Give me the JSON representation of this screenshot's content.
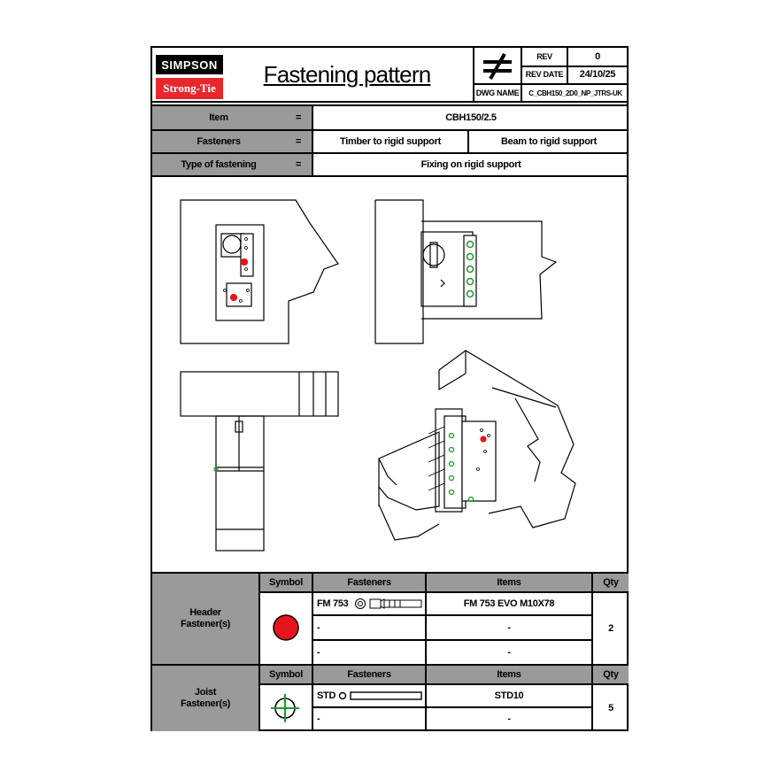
{
  "header": {
    "logo_top": "SIMPSON",
    "logo_bottom": "Strong-Tie",
    "title": "Fastening pattern",
    "rev_label": "REV",
    "rev_value": "0",
    "rev_date_label": "REV DATE",
    "rev_date_value": "24/10/25",
    "dwg_name_label": "DWG NAME",
    "dwg_name_value": "C_CBH150_2D0_NP_JTRS-UK"
  },
  "info": {
    "item_label": "Item",
    "item_value": "CBH150/2.5",
    "fasteners_label": "Fasteners",
    "fasteners_value_1": "Timber to rigid support",
    "fasteners_value_2": "Beam to rigid support",
    "type_label": "Type of fastening",
    "type_value": "Fixing on rigid support",
    "equals": "="
  },
  "header_fasteners": {
    "group_label": "Header\nFastener(s)",
    "col_symbol": "Symbol",
    "col_fasteners": "Fasteners",
    "col_items": "Items",
    "col_qty": "Qty",
    "rows": [
      {
        "fastener": "FM 753",
        "item": "FM 753 EVO M10X78"
      },
      {
        "fastener": "-",
        "item": "-"
      },
      {
        "fastener": "-",
        "item": "-"
      }
    ],
    "qty": "2",
    "symbol_color": "#e8141b"
  },
  "joist_fasteners": {
    "group_label": "Joist\nFastener(s)",
    "col_symbol": "Symbol",
    "col_fasteners": "Fasteners",
    "col_items": "Items",
    "col_qty": "Qty",
    "rows": [
      {
        "fastener": "STD",
        "item": "STD10"
      },
      {
        "fastener": "-",
        "item": "-"
      }
    ],
    "qty": "5",
    "symbol_color": "#1a9b2a"
  },
  "colors": {
    "logo_red": "#e8272d",
    "grey_cells": "#9a9a9a"
  }
}
